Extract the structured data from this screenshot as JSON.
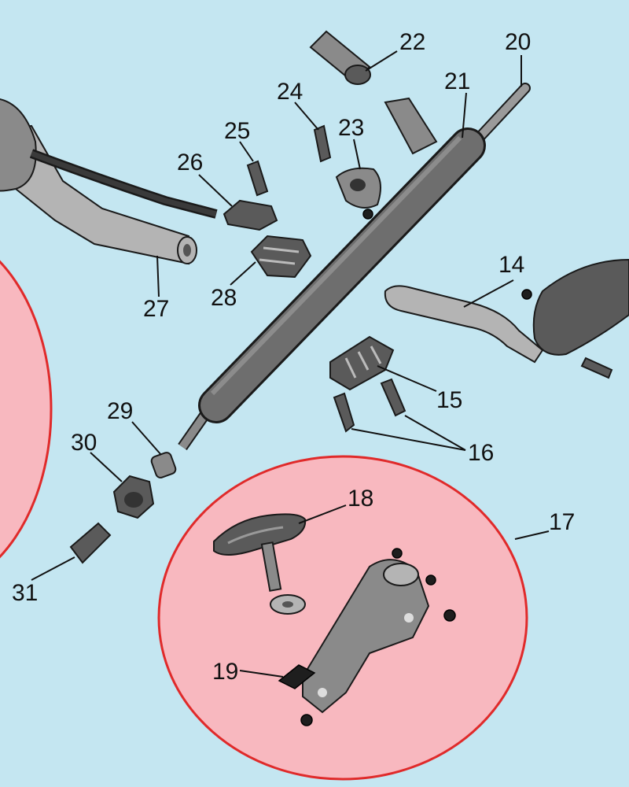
{
  "diagram": {
    "background_color": "#c4e6f1",
    "highlight_fill": "#f8b8bf",
    "highlight_stroke": "#e02a2a",
    "part_labels": [
      "14",
      "15",
      "16",
      "17",
      "18",
      "19",
      "20",
      "21",
      "22",
      "23",
      "24",
      "25",
      "26",
      "27",
      "28",
      "29",
      "30",
      "31"
    ]
  }
}
